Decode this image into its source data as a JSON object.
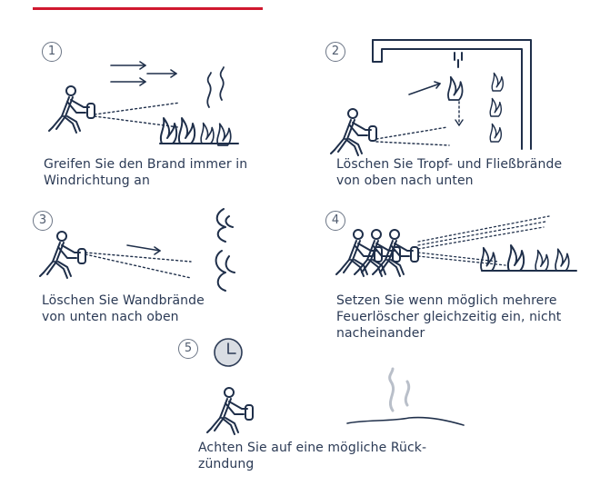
{
  "accent_color": "#d0182f",
  "ink_color": "#1f2f4a",
  "steps": [
    {
      "number": "1",
      "icon": "wind-direction-icon",
      "lines": [
        "Greifen Sie den Brand immer in",
        "Windrichtung an"
      ]
    },
    {
      "number": "2",
      "icon": "dripping-fire-icon",
      "lines": [
        "Löschen Sie Tropf- und Fließbrände",
        "von oben nach unten"
      ]
    },
    {
      "number": "3",
      "icon": "wall-fire-icon",
      "lines": [
        "Löschen Sie Wandbrände",
        "von unten nach oben"
      ]
    },
    {
      "number": "4",
      "icon": "multiple-extinguishers-icon",
      "lines": [
        "Setzen Sie wenn möglich mehrere",
        "Feuerlöscher gleichzeitig ein, nicht",
        "nacheinander"
      ]
    },
    {
      "number": "5",
      "icon": "clock-icon",
      "lines": [
        "Achten Sie auf eine mögliche Rück-",
        "zündung"
      ]
    }
  ]
}
